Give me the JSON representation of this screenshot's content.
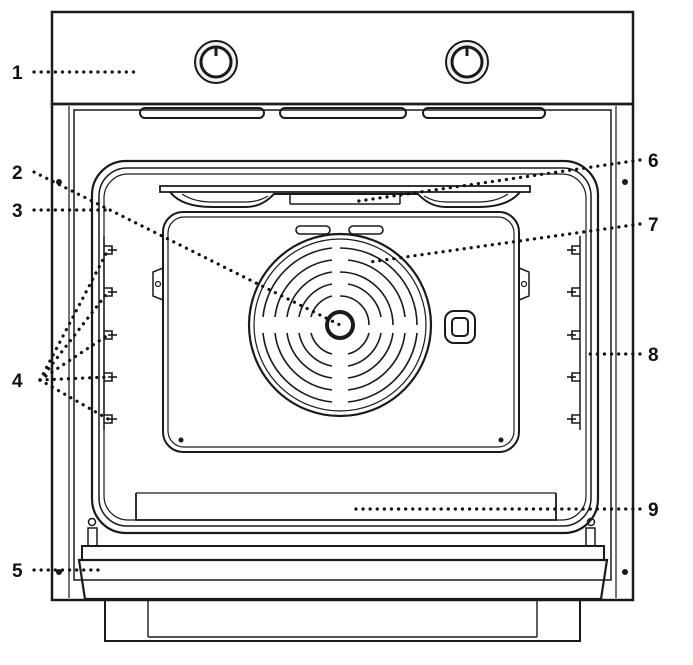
{
  "colors": {
    "line": "#1a1a1a",
    "fill": "#ffffff",
    "knob_fill": "#f2f2f2"
  },
  "icons": {
    "knob_left": "knob-icon",
    "knob_right": "knob-icon",
    "fan": "fan-icon",
    "lamp": "lamp-icon"
  },
  "callouts": [
    {
      "label": "1"
    },
    {
      "label": "2"
    },
    {
      "label": "3"
    },
    {
      "label": "4"
    },
    {
      "label": "5"
    },
    {
      "label": "6"
    },
    {
      "label": "7"
    },
    {
      "label": "8"
    },
    {
      "label": "9"
    }
  ]
}
